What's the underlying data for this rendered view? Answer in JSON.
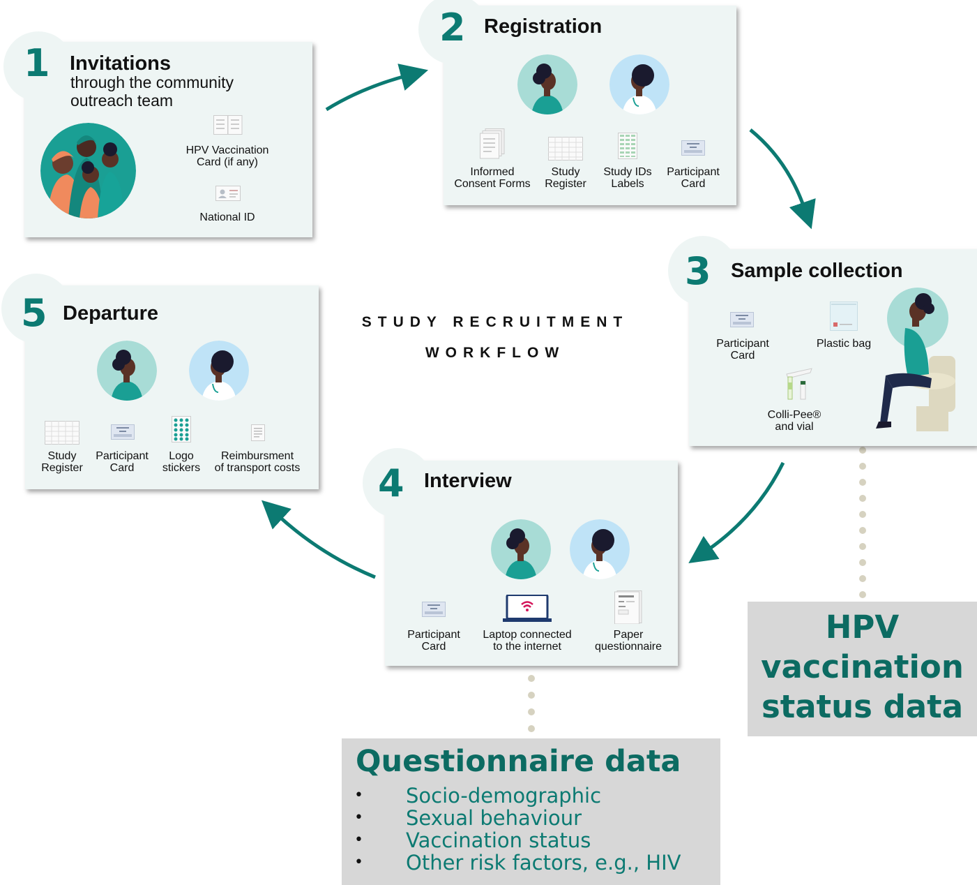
{
  "center_title": {
    "line1": "STUDY RECRUITMENT",
    "line2": "WORKFLOW"
  },
  "steps": [
    {
      "number": "1",
      "title": "Invitations",
      "subtitle_line1": "through the community",
      "subtitle_line2": "outreach team",
      "items": [
        "HPV Vaccination\nCard (if any)",
        "National ID"
      ],
      "icons": [
        "women-group-icon",
        "vaccination-card-icon",
        "national-id-icon"
      ]
    },
    {
      "number": "2",
      "title": "Registration",
      "items": [
        "Informed\nConsent Forms",
        "Study\nRegister",
        "Study IDs\nLabels",
        "Participant\nCard"
      ],
      "icons": [
        "participant-avatar",
        "health-worker-avatar",
        "consent-forms-icon",
        "study-register-icon",
        "id-labels-icon",
        "participant-card-icon"
      ]
    },
    {
      "number": "3",
      "title": "Sample collection",
      "items": [
        "Participant\nCard",
        "Plastic bag",
        "Colli-Pee®\nand vial"
      ],
      "icons": [
        "participant-card-icon",
        "plastic-bag-icon",
        "colli-pee-icon",
        "seated-woman-illustration"
      ]
    },
    {
      "number": "4",
      "title": "Interview",
      "items": [
        "Participant\nCard",
        "Laptop connected\nto the internet",
        "Paper\nquestionnaire"
      ],
      "icons": [
        "participant-avatar",
        "health-worker-avatar",
        "participant-card-icon",
        "laptop-wifi-icon",
        "paper-questionnaire-icon"
      ]
    },
    {
      "number": "5",
      "title": "Departure",
      "items": [
        "Study\nRegister",
        "Participant\nCard",
        "Logo\nstickers",
        "Reimbursment\nof transport costs"
      ],
      "icons": [
        "participant-avatar",
        "health-worker-avatar",
        "study-register-icon",
        "participant-card-icon",
        "logo-stickers-icon",
        "receipt-icon"
      ]
    }
  ],
  "hpv_box": {
    "line1": "HPV",
    "line2": "vaccination",
    "line3": "status data"
  },
  "questionnaire_box": {
    "title": "Questionnaire data",
    "bullet": "•",
    "items": [
      "Socio-demographic",
      "Sexual behaviour",
      "Vaccination status",
      "Other risk factors, e.g., HIV"
    ]
  },
  "colors": {
    "teal": "#0c7a72",
    "card_bg": "#eef5f4",
    "data_box_bg": "#d7d7d7",
    "avatar_bg_participant": "#a8dcd6",
    "avatar_bg_worker": "#bfe3f7",
    "dotted": "#d6d2c0"
  }
}
